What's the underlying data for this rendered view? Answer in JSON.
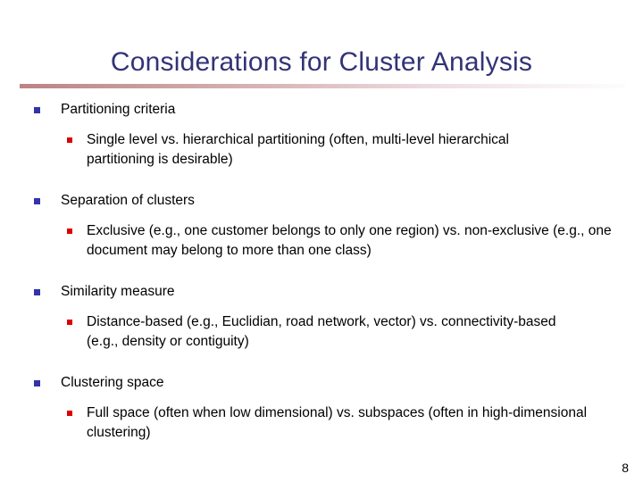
{
  "slide": {
    "title": "Considerations for Cluster Analysis",
    "page_number": "8",
    "colors": {
      "title": "#333377",
      "level1_bullet": "#3333aa",
      "level2_bullet": "#dd0000",
      "body_text": "#000000",
      "rule_start": "#bd8383",
      "rule_end": "#fdfcfd",
      "background": "#ffffff"
    },
    "groups": [
      {
        "heading": "Partitioning criteria",
        "detail": "Single level vs. hierarchical partitioning (often, multi-level hierarchical partitioning is desirable)"
      },
      {
        "heading": "Separation of clusters",
        "detail": "Exclusive (e.g., one customer belongs to only one region) vs. non-exclusive (e.g., one document may belong to more than one class)"
      },
      {
        "heading": "Similarity measure",
        "detail": "Distance-based (e.g., Euclidian, road network, vector)  vs. connectivity-based (e.g., density or contiguity)"
      },
      {
        "heading": "Clustering space",
        "detail": "Full space (often when low dimensional) vs. subspaces (often in high-dimensional clustering)"
      }
    ]
  }
}
